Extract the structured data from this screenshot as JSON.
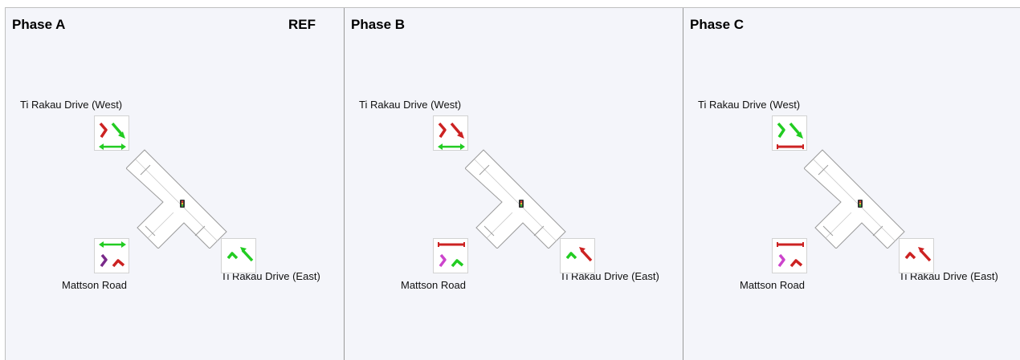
{
  "diagram": {
    "roads": {
      "west": "Ti Rakau Drive (West)",
      "mattson": "Mattson Road",
      "east": "Ti Rakau Drive (East)"
    },
    "colors": {
      "go": "#22cc22",
      "stop": "#cc2222",
      "filter": "#cc44cc",
      "filter_ref": "#7a2a8a",
      "panel_bg": "#f4f5fa"
    },
    "phases": [
      {
        "title": "Phase A",
        "badge": "REF",
        "west": {
          "ped": "go",
          "left": "stop",
          "through": "go"
        },
        "mattson": {
          "ped": "go",
          "left": "filter_ref",
          "right": "stop"
        },
        "east": {
          "right": "go",
          "through": "go"
        }
      },
      {
        "title": "Phase B",
        "badge": "",
        "west": {
          "ped": "go",
          "left": "stop",
          "through": "stop"
        },
        "mattson": {
          "ped": "stop",
          "left": "filter",
          "right": "go"
        },
        "east": {
          "right": "go",
          "through": "stop"
        }
      },
      {
        "title": "Phase C",
        "badge": "",
        "west": {
          "ped": "stop",
          "left": "go",
          "through": "go"
        },
        "mattson": {
          "ped": "stop",
          "left": "filter",
          "right": "stop"
        },
        "east": {
          "right": "stop",
          "through": "stop"
        }
      }
    ]
  }
}
